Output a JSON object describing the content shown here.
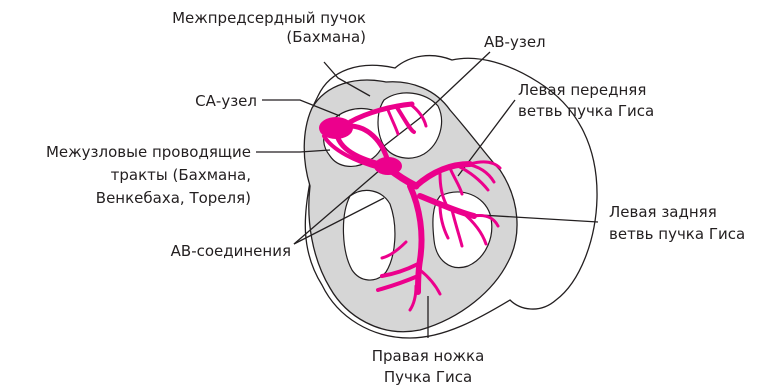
{
  "labels": {
    "bachmann_line1": "Межпредсердный пучок",
    "bachmann_line2": "(Бахмана)",
    "av_node": "АВ-узел",
    "sa_node": "СА-узел",
    "left_anterior_line1": "Левая передняя",
    "left_anterior_line2": "ветвь пучка Гиса",
    "internodal_line1": "Межузловые проводящие",
    "internodal_line2": "тракты (Бахмана,",
    "internodal_line3": "Венкебаха, Тореля)",
    "left_posterior_line1": "Левая задняя",
    "left_posterior_line2": "ветвь пучка Гиса",
    "av_junctions": "АВ-соединения",
    "right_bundle_line1": "Правая ножка",
    "right_bundle_line2": "Пучка Гиса"
  },
  "colors": {
    "conduction": "#ec008c",
    "tissue": "#d6d6d6",
    "stroke": "#231f20"
  }
}
